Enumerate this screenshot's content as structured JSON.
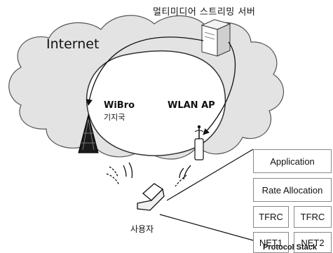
{
  "labels": {
    "server": "멀티미디어 스트리밍 서버",
    "internet": "Internet",
    "wibro": "WiBro",
    "wibro_sub": "기지국",
    "wlan": "WLAN AP",
    "user": "사용자"
  },
  "protocol_stack": {
    "application": "Application",
    "rate_allocation": "Rate Allocation",
    "tfrc_1": "TFRC",
    "tfrc_2": "TFRC",
    "net_1": "NET1",
    "net_2": "NET2",
    "caption": "Protocol Stack"
  }
}
